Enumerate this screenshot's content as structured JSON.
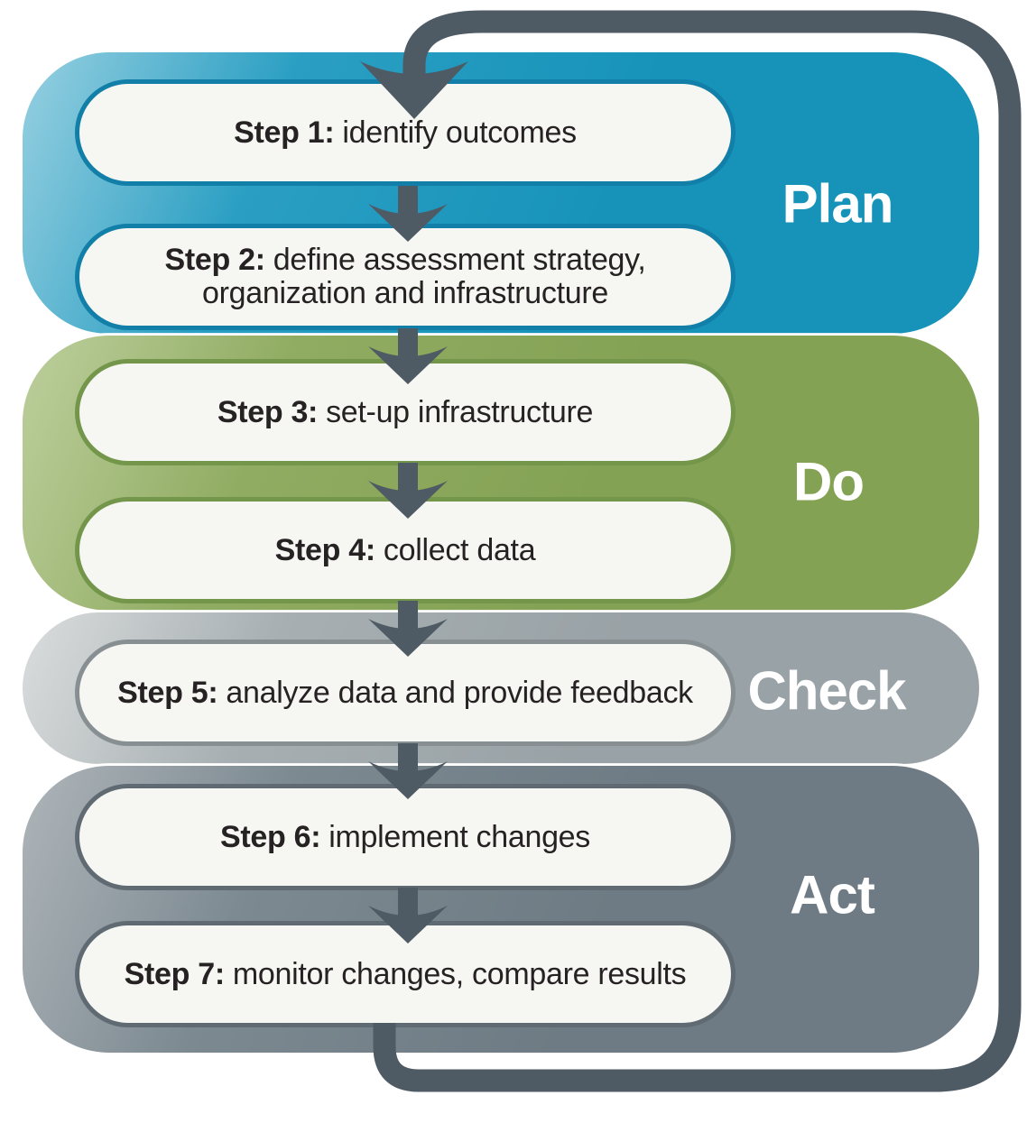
{
  "diagram": {
    "phases": [
      {
        "label": "Plan",
        "color": "#1793ba"
      },
      {
        "label": "Do",
        "color": "#85a355"
      },
      {
        "label": "Check",
        "color": "#99a2a6"
      },
      {
        "label": "Act",
        "color": "#6e7b84"
      }
    ],
    "steps": [
      {
        "prefix": "Step 1:",
        "text": "identify outcomes",
        "phase": "Plan"
      },
      {
        "prefix": "Step 2:",
        "text": "define assessment strategy, organization and infrastructure",
        "phase": "Plan"
      },
      {
        "prefix": "Step 3:",
        "text": "set-up infrastructure",
        "phase": "Do"
      },
      {
        "prefix": "Step 4:",
        "text": "collect data",
        "phase": "Do"
      },
      {
        "prefix": "Step 5:",
        "text": "analyze data and provide feedback",
        "phase": "Check"
      },
      {
        "prefix": "Step 6:",
        "text": "implement changes",
        "phase": "Act"
      },
      {
        "prefix": "Step 7:",
        "text": "monitor changes, compare results",
        "phase": "Act"
      }
    ],
    "colors": {
      "loop_arrow": "#4e5a64",
      "pill_fill": "#f6f6f2",
      "step_text": "#262223",
      "plan": "#1793ba",
      "do": "#85a355",
      "check": "#99a2a6",
      "act": "#6e7b84"
    }
  }
}
